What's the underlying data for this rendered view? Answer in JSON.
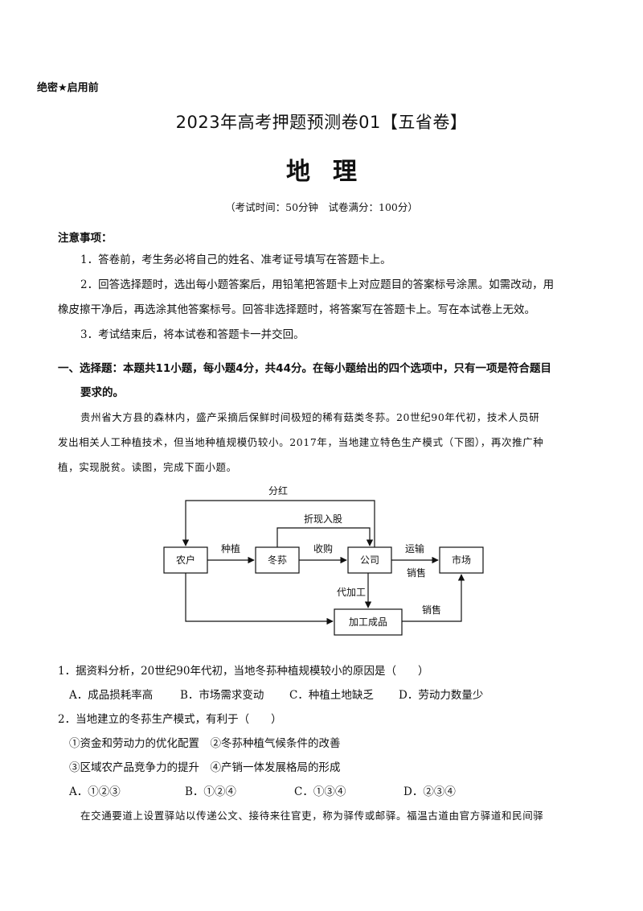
{
  "header": {
    "secret": "绝密★启用前",
    "title": "2023年高考押题预测卷01【五省卷】",
    "subject": "地理",
    "exam_info": "（考试时间：50分钟　试卷满分：100分）"
  },
  "notice": {
    "heading": "注意事项：",
    "item1": "1．答卷前，考生务必将自己的姓名、准考证号填写在答题卡上。",
    "item2_line1": "2．回答选择题时，选出每小题答案后，用铅笔把答题卡上对应题目的答案标号涂黑。如需改动，用",
    "item2_line2": "橡皮擦干净后，再选涂其他答案标号。回答非选择题时，将答案写在答题卡上。写在本试卷上无效。",
    "item3": "3．考试结束后，将本试卷和答题卡一并交回。"
  },
  "section1": {
    "line1": "一、选择题：本题共11小题，每小题4分，共44分。在每小题给出的四个选项中，只有一项是符合题目",
    "line2": "要求的。"
  },
  "passage1": {
    "line1": "贵州省大方县的森林内，盛产采摘后保鲜时间极短的稀有菇类冬荪。20世纪90年代初，技术人员研",
    "line2": "发出相关人工种植技术，但当地种植规模仍较小。2017年，当地建立特色生产模式（下图），再次推广种",
    "line3": "植，实现脱贫。读图，完成下面小题。"
  },
  "diagram": {
    "nodes": {
      "farmer": "农户",
      "dongsun": "冬荪",
      "company": "公司",
      "market": "市场",
      "processed": "加工成品"
    },
    "edges": {
      "dividend": "分红",
      "shares": "折现入股",
      "plant": "种植",
      "purchase": "收购",
      "transport": "运输",
      "sell1": "销售",
      "oem": "代加工",
      "sell2": "销售"
    }
  },
  "q1": {
    "stem": "1．据资料分析，20世纪90年代初，当地冬荪种植规模较小的原因是（　　）",
    "A": "A．成品损耗率高",
    "B": "B．市场需求变动",
    "C": "C．种植土地缺乏",
    "D": "D．劳动力数量少"
  },
  "q2": {
    "stem": "2．当地建立的冬荪生产模式，有利于（　　）",
    "opt12": "①资金和劳动力的优化配置　②冬荪种植气候条件的改善",
    "opt34": "③区域农产品竞争力的提升　④产销一体发展格局的形成",
    "A": "A．①②③",
    "B": "B．①②④",
    "C": "C．①③④",
    "D": "D．②③④"
  },
  "passage2": {
    "line1": "在交通要道上设置驿站以传递公文、接待来往官吏，称为驿传或邮驿。福温古道由官方驿道和民间驿"
  }
}
